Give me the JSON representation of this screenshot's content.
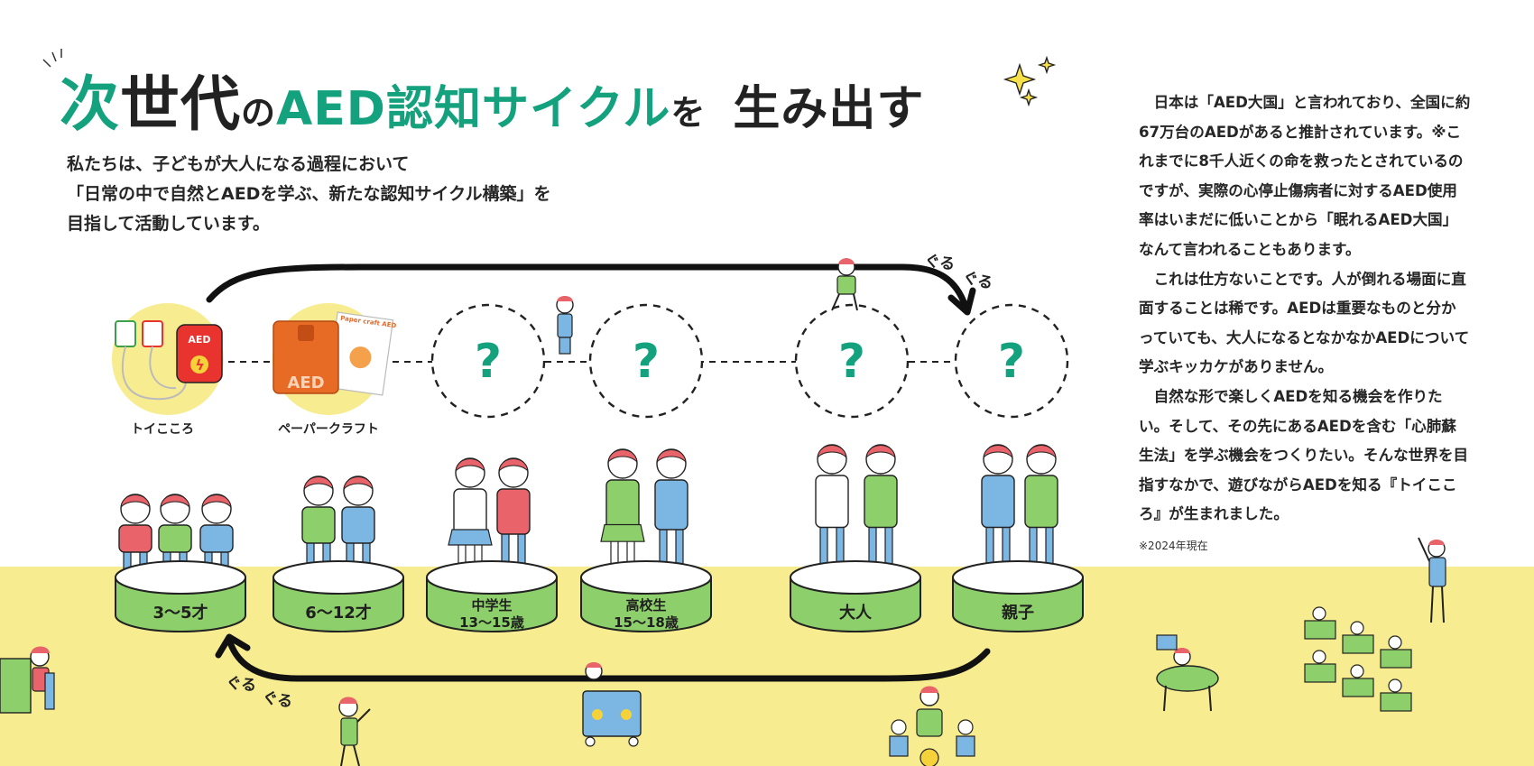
{
  "headline": {
    "part1": "次",
    "part2": "世代",
    "part3": "の",
    "part4": "AED認知サイクル",
    "part5": "を",
    "part6": "生み出す"
  },
  "intro": {
    "line1": "私たちは、子どもが大人になる過程において",
    "line2": "「日常の中で自然とAEDを学ぶ、新たな認知サイクル構築」を",
    "line3": "目指して活動しています。"
  },
  "body": {
    "p1": "日本は「AED大国」と言われており、全国に約67万台のAEDがあると推計されています。※これまでに8千人近くの命を救ったとされているのですが、実際の心停止傷病者に対するAED使用率はいまだに低いことから「眠れるAED大国」なんて言われることもあります。",
    "p2": "これは仕方ないことです。人が倒れる場面に直面することは稀です。AEDは重要なものと分かっていても、大人になるとなかなかAEDについて学ぶキッカケがありません。",
    "p3": "自然な形で楽しくAEDを知る機会を作りたい。そして、その先にあるAEDを含む「心肺蘇生法」を学ぶ機会をつくりたい。そんな世界を目指すなかで、遊びながらAEDを知る『トイこころ』が生まれました。"
  },
  "note": "※2024年現在",
  "cycle": {
    "items": [
      {
        "label": "トイこころ"
      },
      {
        "label": "ペーパークラフト"
      },
      {
        "label": "?"
      },
      {
        "label": "?"
      },
      {
        "label": "?"
      },
      {
        "label": "?"
      }
    ],
    "aed_text": "AED",
    "papercraft_text": "AED",
    "papercraft_sheet_title": "Paper craft AED",
    "guruguru_top_1": "ぐる",
    "guruguru_top_2": "ぐる",
    "guruguru_bottom_1": "ぐる",
    "guruguru_bottom_2": "ぐる"
  },
  "stages": [
    {
      "line1": "3～5才",
      "line2": ""
    },
    {
      "line1": "6～12才",
      "line2": ""
    },
    {
      "line1": "中学生",
      "line2": "13～15歳"
    },
    {
      "line1": "高校生",
      "line2": "15～18歳"
    },
    {
      "line1": "大人",
      "line2": ""
    },
    {
      "line1": "親子",
      "line2": ""
    }
  ],
  "colors": {
    "accent_green": "#14a27e",
    "pedestal_green": "#8dcf6a",
    "floor_yellow": "#f7ec8f",
    "hair_pink": "#e9636a",
    "shirt_blue": "#7cb6e3",
    "aed_red": "#e8332f",
    "aed_orange": "#e76a25"
  }
}
